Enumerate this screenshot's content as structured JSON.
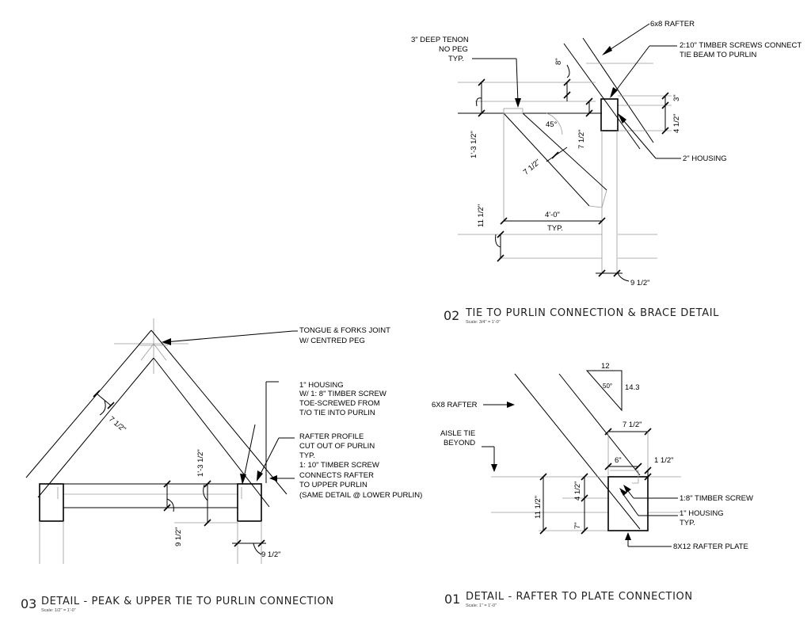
{
  "detail02": {
    "number": "02",
    "title": "TIE TO PURLIN CONNECTION & BRACE DETAIL",
    "scale": "Scale: 3/4\" = 1'-0\"",
    "labels": {
      "rafter": "6x8 RAFTER",
      "screws_1": "2:10\" TIMBER SCREWS CONNECT",
      "screws_2": "TIE BEAM TO PURLIN",
      "tenon_1": "3\" DEEP TENON",
      "tenon_2": "NO PEG",
      "tenon_3": "TYP.",
      "housing": "2\" HOUSING",
      "typ": "TYP."
    },
    "dims": {
      "d8": "8\"",
      "d3": "3\"",
      "d4half": "4 1/2\"",
      "d45": "45°",
      "d13half": "1'-3 1/2\"",
      "d7half_a": "7 1/2\"",
      "d7half_b": "7 1/2\"",
      "d11half": "11 1/2\"",
      "d4ft": "4'-0\"",
      "d9half": "9 1/2\""
    }
  },
  "detail03": {
    "number": "03",
    "title": "DETAIL - PEAK & UPPER TIE TO PURLIN CONNECTION",
    "scale": "Scale: 1/2\" = 1'-0\"",
    "labels": {
      "tongue_1": "TONGUE & FORKS JOINT",
      "tongue_2": "W/ CENTRED PEG",
      "housing_1": "1\" HOUSING",
      "housing_2": "W/ 1: 8\" TIMBER SCREW",
      "housing_3": "TOE-SCREWED FROM",
      "housing_4": "T/O TIE INTO PURLIN",
      "profile_1": "RAFTER PROFILE",
      "profile_2": "CUT OUT OF PURLIN",
      "profile_3": "TYP.",
      "profile_4": "1: 10\" TIMBER SCREW",
      "profile_5": "CONNECTS RAFTER",
      "profile_6": "TO UPPER PURLIN",
      "profile_7": "(SAME DETAIL @ LOWER PURLIN)"
    },
    "dims": {
      "d7half": "7 1/2\"",
      "d13half": "1'-3 1/2\"",
      "d9half_a": "9 1/2\"",
      "d9half_b": "9 1/2\""
    }
  },
  "detail01": {
    "number": "01",
    "title": "DETAIL - RAFTER TO PLATE CONNECTION",
    "scale": "Scale: 1\" = 1'-0\"",
    "labels": {
      "rafter": "6X8 RAFTER",
      "aisle_1": "AISLE TIE",
      "aisle_2": "BEYOND",
      "screw": "1:8\" TIMBER SCREW",
      "housing_1": "1\" HOUSING",
      "housing_2": "TYP.",
      "plate": "8X12 RAFTER PLATE"
    },
    "dims": {
      "pitch_run": "12",
      "pitch_rise": "14.3",
      "pitch_angle": "50°",
      "d7half": "7 1/2\"",
      "d6": "6\"",
      "d1half": "1 1/2\"",
      "d11half": "11 1/2\"",
      "d4half": "4 1/2\"",
      "d7": "7\""
    }
  }
}
